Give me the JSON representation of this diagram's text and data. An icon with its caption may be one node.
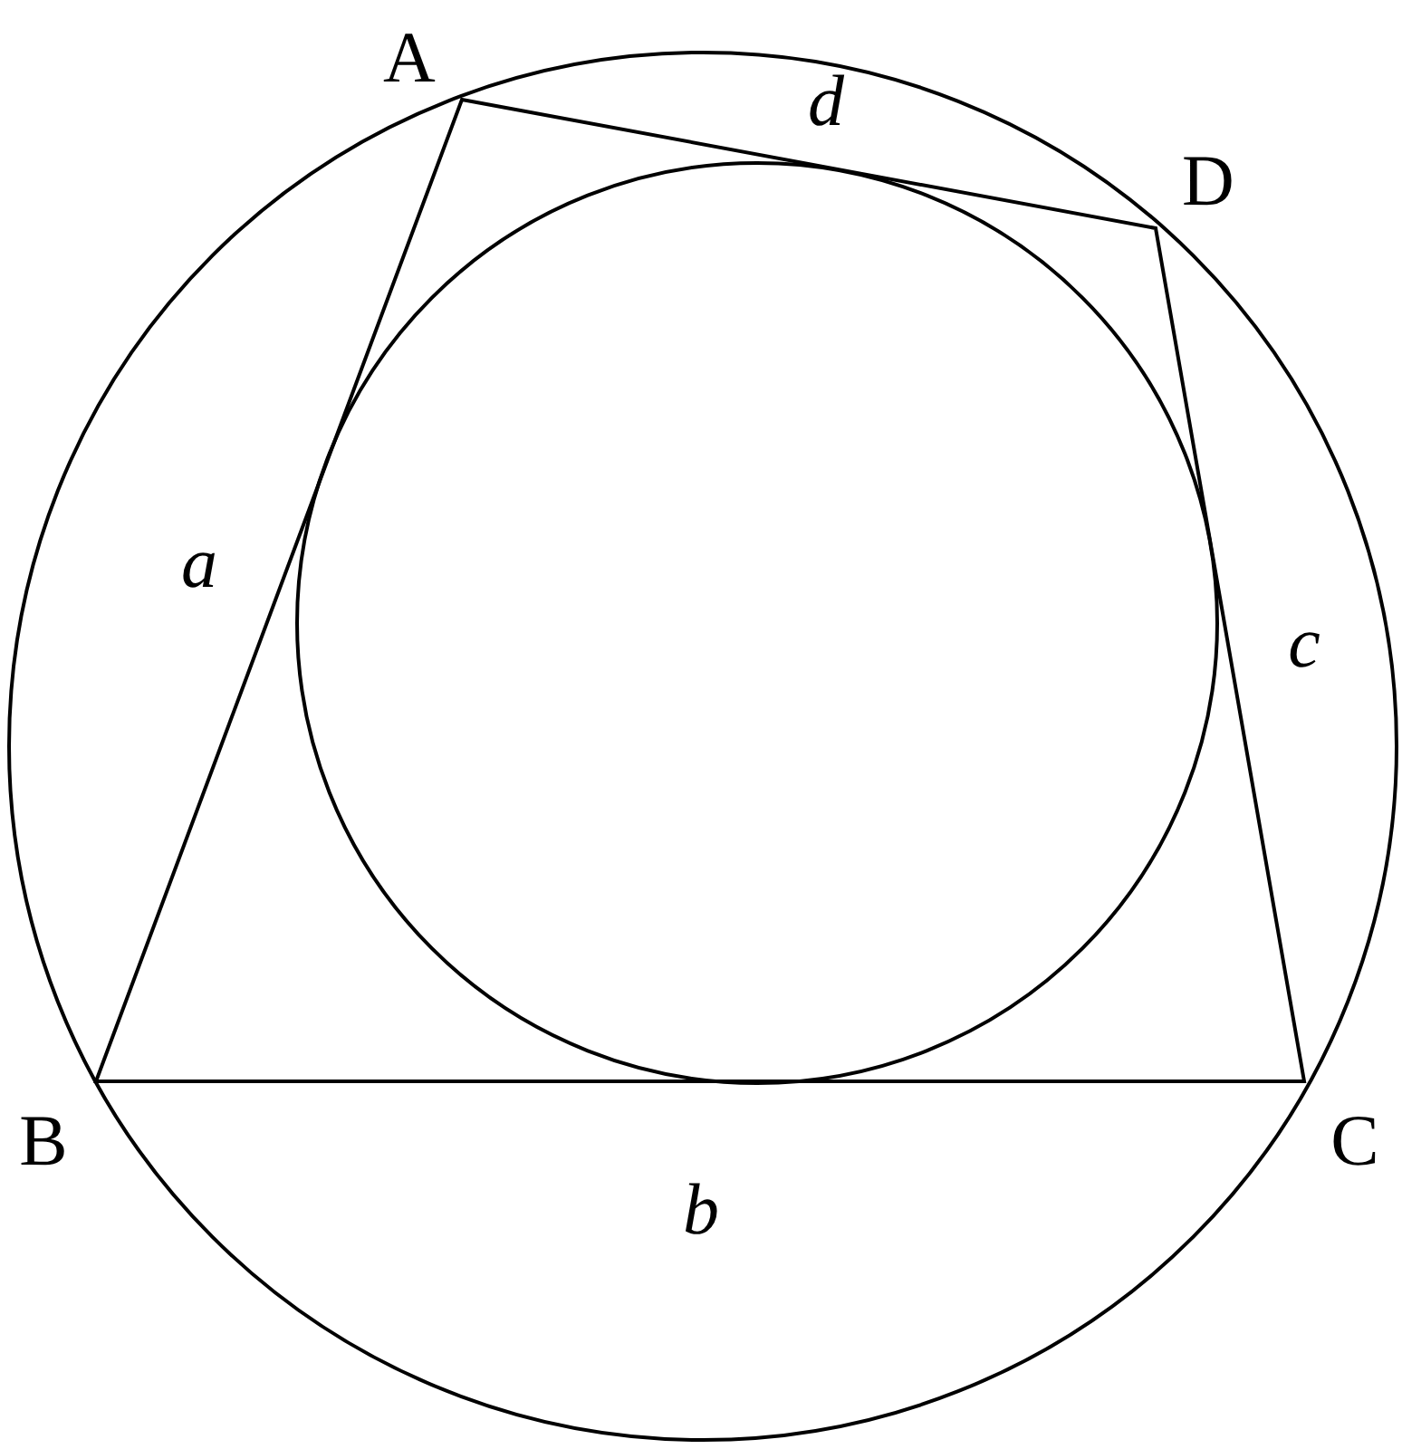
{
  "diagram": {
    "labels": [
      "A",
      "d",
      "D",
      "a",
      "c",
      "B",
      "b",
      "C"
    ]
  }
}
